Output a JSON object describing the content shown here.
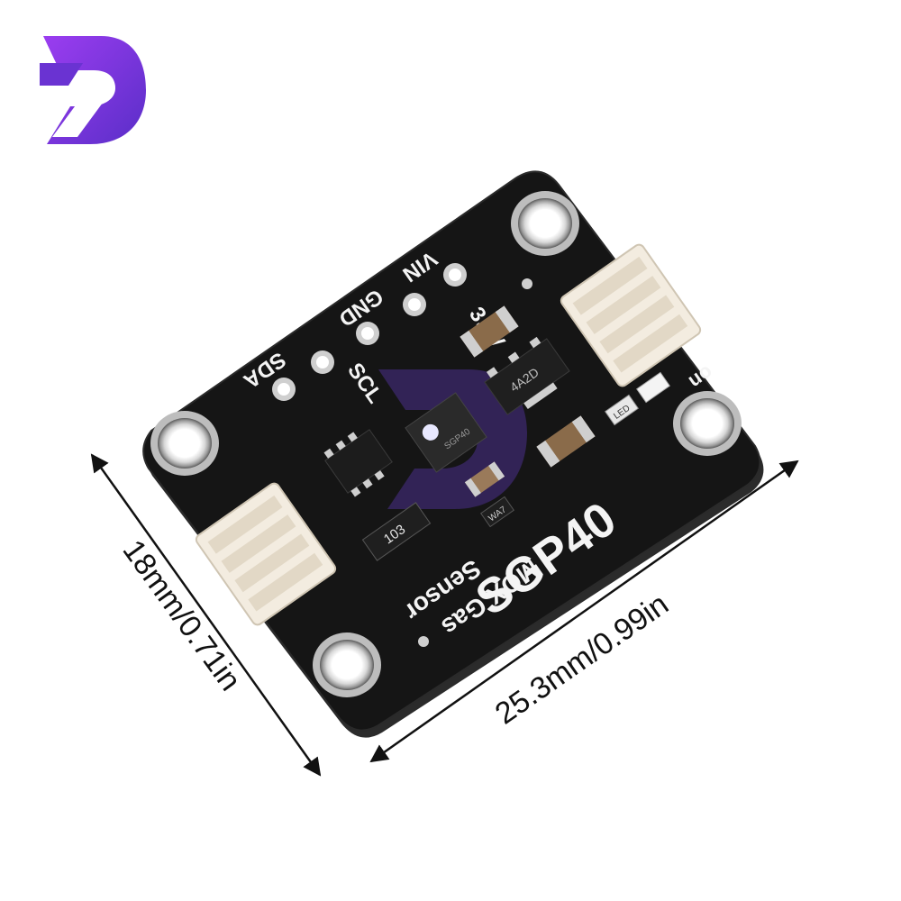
{
  "pins": {
    "vin": "VIN",
    "v33": "3.3V",
    "gnd": "GND",
    "scl": "SCL",
    "sda": "SDA"
  },
  "board": {
    "model": "SGP40",
    "subtitle_line1": "MOX Gas",
    "subtitle_line2": "Sensor",
    "led_label": "on",
    "chip_code": "4A2D",
    "resistor_code": "103",
    "led_code": "LED",
    "small_code": "WA7",
    "sensor_code": "SGP40"
  },
  "dimensions": {
    "width": "25.3mm/0.99in",
    "height": "18mm/0.71in"
  },
  "colors": {
    "brand": "#7a3bd6",
    "board": "#151515",
    "silkscreen": "#f4f4f4",
    "connector": "#f3ece0"
  },
  "icons": {
    "logo": "brand-d-logo"
  }
}
